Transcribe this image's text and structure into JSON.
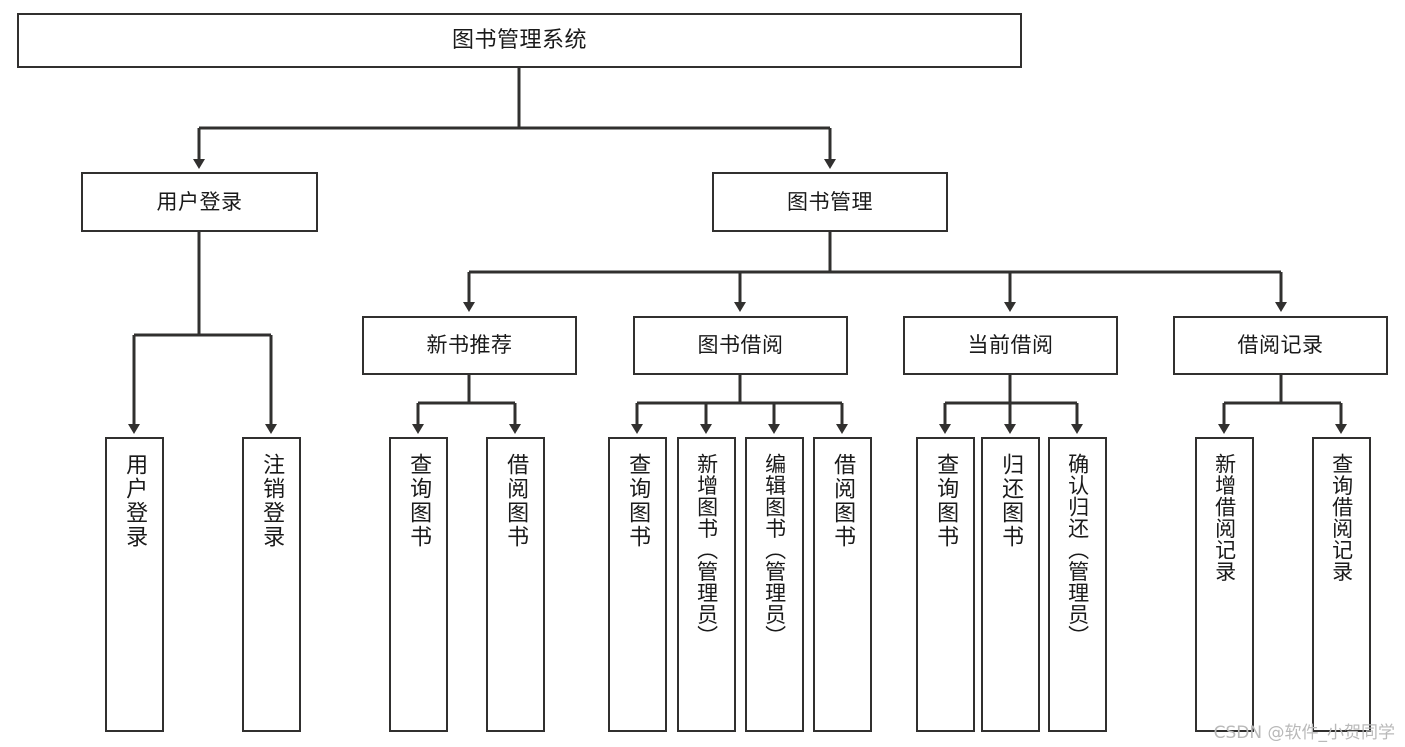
{
  "diagram": {
    "type": "tree-hierarchy",
    "title": "图书管理系统",
    "root": {
      "id": "root",
      "label": "图书管理系统"
    },
    "level1": [
      {
        "id": "user-login",
        "label": "用户登录"
      },
      {
        "id": "book-manage",
        "label": "图书管理"
      }
    ],
    "level2": [
      {
        "id": "new-book-recommend",
        "label": "新书推荐",
        "parent": "book-manage"
      },
      {
        "id": "book-borrow",
        "label": "图书借阅",
        "parent": "book-manage"
      },
      {
        "id": "current-borrow",
        "label": "当前借阅",
        "parent": "book-manage"
      },
      {
        "id": "borrow-record",
        "label": "借阅记录",
        "parent": "book-manage"
      }
    ],
    "leaves": {
      "user_login": [
        {
          "id": "leaf-user-login",
          "label": "用户登录"
        },
        {
          "id": "leaf-logout",
          "label": "注销登录"
        }
      ],
      "new_book_recommend": [
        {
          "id": "leaf-query-book-1",
          "label": "查询图书"
        },
        {
          "id": "leaf-borrow-book-1",
          "label": "借阅图书"
        }
      ],
      "book_borrow": [
        {
          "id": "leaf-query-book-2",
          "label": "查询图书"
        },
        {
          "id": "leaf-add-book",
          "label": "新增图书（管理员）"
        },
        {
          "id": "leaf-edit-book",
          "label": "编辑图书（管理员）"
        },
        {
          "id": "leaf-borrow-book-2",
          "label": "借阅图书"
        }
      ],
      "current_borrow": [
        {
          "id": "leaf-query-book-3",
          "label": "查询图书"
        },
        {
          "id": "leaf-return-book",
          "label": "归还图书"
        },
        {
          "id": "leaf-confirm-return",
          "label": "确认归还（管理员）"
        }
      ],
      "borrow_record": [
        {
          "id": "leaf-add-record",
          "label": "新增借阅记录"
        },
        {
          "id": "leaf-query-record",
          "label": "查询借阅记录"
        }
      ]
    }
  },
  "watermark": {
    "text": "CSDN @软件_小贺同学"
  },
  "colors": {
    "stroke": "#31302f",
    "background": "#ffffff",
    "text": "#1a1a1a",
    "watermark": "#b9b9b9"
  }
}
